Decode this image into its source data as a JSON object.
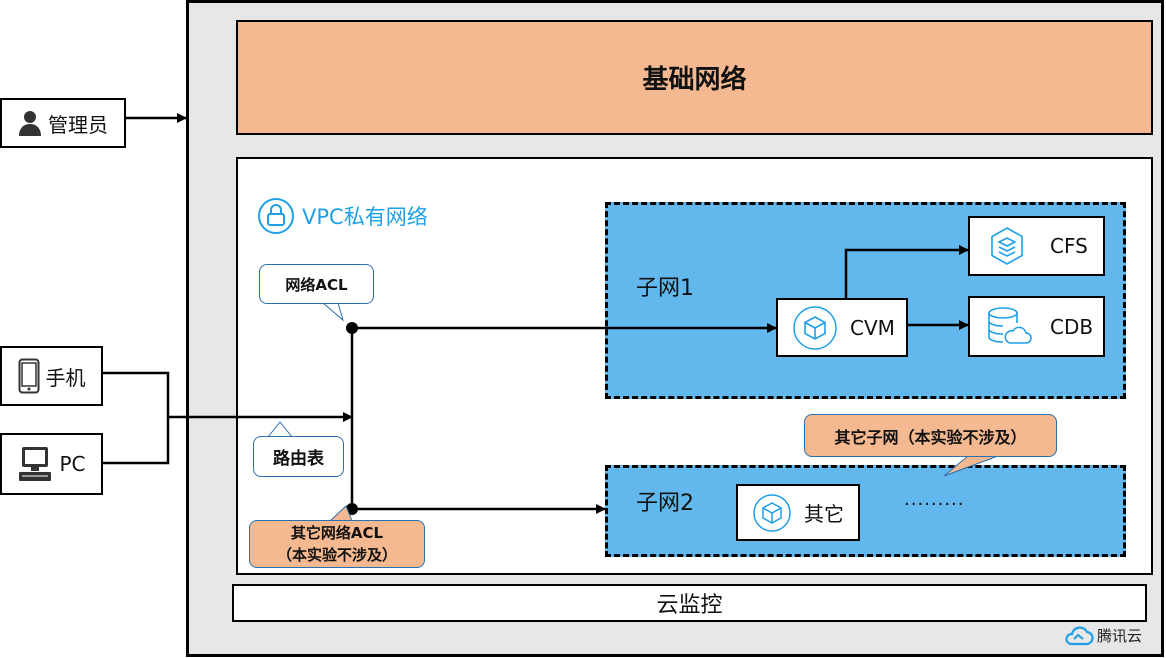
{
  "base_network": {
    "label": "基础网络"
  },
  "vpc": {
    "title": "VPC私有网络"
  },
  "monitor": {
    "label": "云监控"
  },
  "devices": {
    "admin": "管理员",
    "phone": "手机",
    "pc": "PC"
  },
  "callouts": {
    "acl": "网络ACL",
    "route": "路由表",
    "other_acl_line1": "其它网络ACL",
    "other_acl_line2": "（本实验不涉及）",
    "other_subnets": "其它子网（本实验不涉及）"
  },
  "subnets": {
    "s1": {
      "label": "子网1"
    },
    "s2": {
      "label": "子网2"
    }
  },
  "resources": {
    "cvm": "CVM",
    "cfs": "CFS",
    "cdb": "CDB",
    "other": "其它",
    "ellipsis": "·········"
  },
  "brand": {
    "name": "腾讯云"
  },
  "colors": {
    "orange": "#f4b990",
    "subnet_blue": "#62b7ec",
    "icon_blue": "#1f9fe6",
    "frame_gray": "#e7e7e7"
  }
}
